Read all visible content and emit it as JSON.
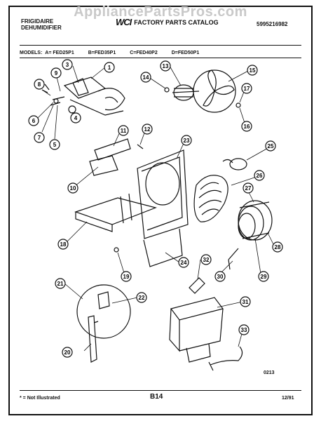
{
  "watermark": "AppliancePartsPros.com",
  "header": {
    "brand": "FRIGIDAIRE",
    "product": "DEHUMIDIFIER",
    "logo": "WCI",
    "catalog": "FACTORY PARTS CATALOG",
    "catalog_number": "5995216982"
  },
  "models": {
    "label": "MODELS:",
    "a": "A= FED25P1",
    "b": "B=FED35P1",
    "c": "C=FED40P2",
    "d": "D=FED50P1"
  },
  "callouts": [
    "1",
    "3",
    "4",
    "5",
    "6",
    "7",
    "8",
    "9",
    "10",
    "11",
    "12",
    "13",
    "14",
    "15",
    "16",
    "17",
    "18",
    "19",
    "20",
    "21",
    "22",
    "23",
    "24",
    "25",
    "26",
    "27",
    "28",
    "29",
    "30",
    "31",
    "32",
    "33"
  ],
  "diagram_code": "0213",
  "footer": {
    "note": "* = Not Illustrated",
    "page": "B14",
    "date": "12/91"
  }
}
